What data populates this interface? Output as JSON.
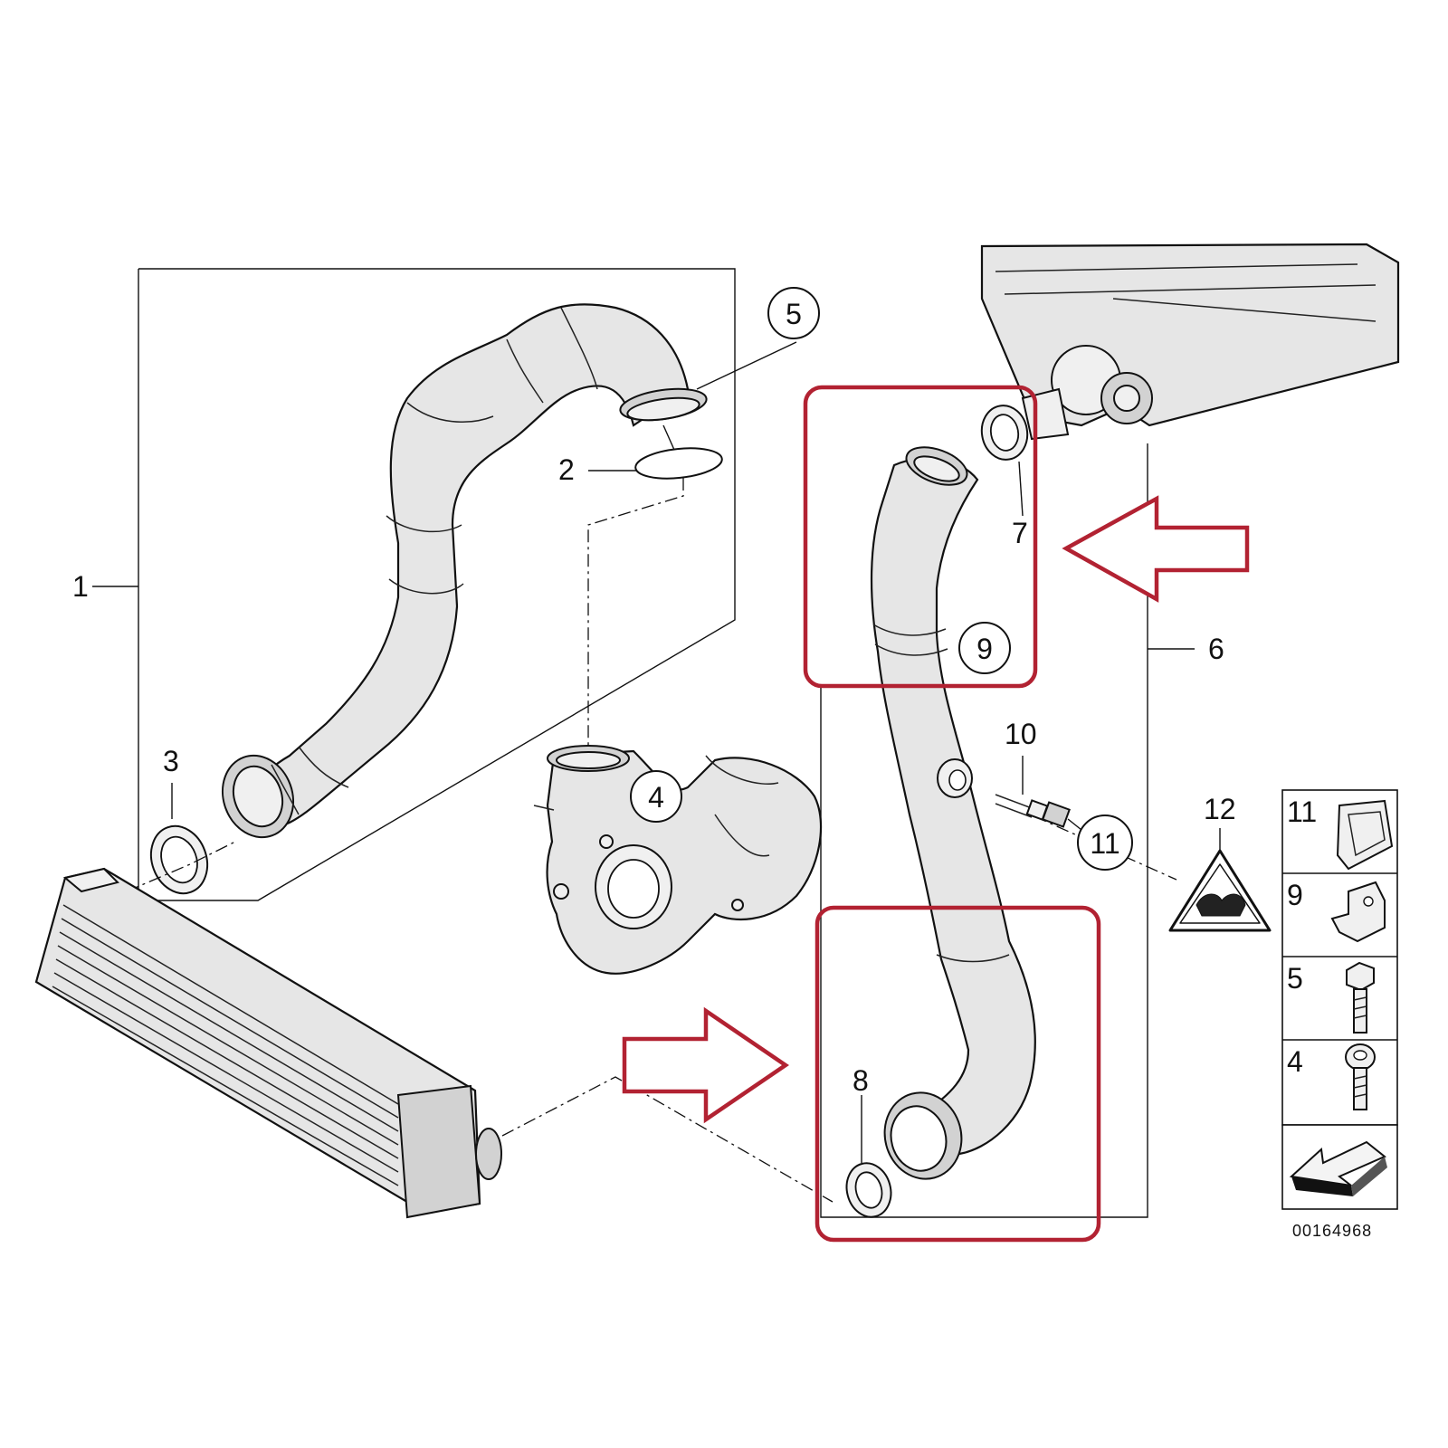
{
  "diagram": {
    "ref_number": "00164968",
    "callouts": [
      {
        "id": "c1",
        "label": "1"
      },
      {
        "id": "c2",
        "label": "2"
      },
      {
        "id": "c3",
        "label": "3"
      },
      {
        "id": "c4",
        "label": "4"
      },
      {
        "id": "c5",
        "label": "5"
      },
      {
        "id": "c6",
        "label": "6"
      },
      {
        "id": "c7",
        "label": "7"
      },
      {
        "id": "c8",
        "label": "8"
      },
      {
        "id": "c9",
        "label": "9"
      },
      {
        "id": "c10",
        "label": "10"
      },
      {
        "id": "c11",
        "label": "11"
      },
      {
        "id": "c12",
        "label": "12"
      }
    ],
    "legend": [
      {
        "label": "11"
      },
      {
        "label": "9"
      },
      {
        "label": "5"
      },
      {
        "label": "4"
      }
    ],
    "colors": {
      "highlight": "#b22232",
      "line": "#111111",
      "part_fill": "#e6e6e6"
    }
  }
}
